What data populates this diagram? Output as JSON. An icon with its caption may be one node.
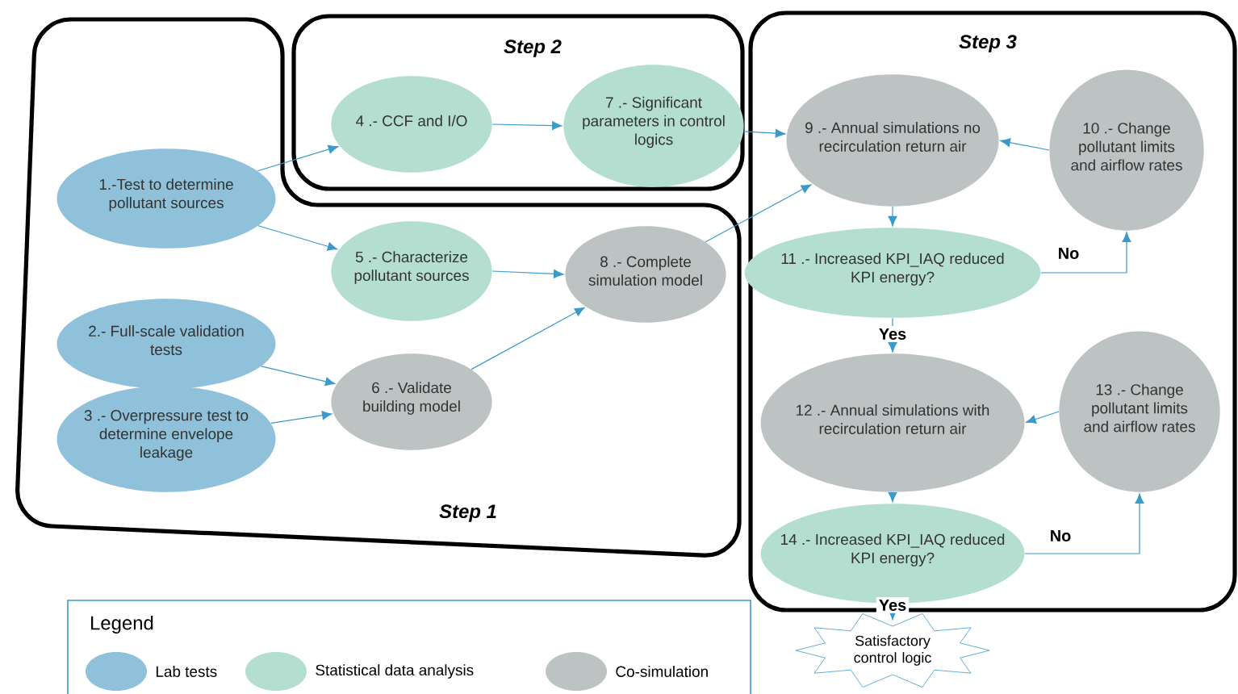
{
  "diagram": {
    "nodes": [
      {
        "text": [
          "Step 1"
        ]
      },
      {
        "text": [
          "Step 2"
        ]
      },
      {
        "text": [
          "Step 3"
        ]
      },
      {
        "text": [
          "1.-Test to determine pollutant sources"
        ],
        "in": 0
      },
      {
        "text": [
          "4 .- CCF and I/O"
        ],
        "in": 1
      },
      {
        "text": [
          "7 .- Significant parameters in control logics"
        ],
        "in": 1
      },
      {
        "text": [
          "5 .- Characterize pollutant sources"
        ],
        "in": 0
      },
      {
        "text": [
          "8 .- Complete simulation model"
        ],
        "in": 0
      },
      {
        "text": [
          "2.- Full-scale validation tests"
        ],
        "in": 0
      },
      {
        "text": [
          "6 .- Validate building model"
        ],
        "in": 0
      },
      {
        "text": [
          "3 .- Overpressure test to determine envelope leakage"
        ],
        "in": 0
      },
      {
        "text": [
          "9 .- Annual simulations no recirculation return air"
        ],
        "in": 2
      },
      {
        "text": [
          "10 .- Change pollutant limits and airflow rates"
        ],
        "in": 2
      },
      {
        "text": [
          "11 .- Increased KPI_IAQ reduced KPI energy?"
        ],
        "in": 2
      },
      {
        "text": [
          "12 .- Annual simulations with recirculation return air"
        ],
        "in": 2
      },
      {
        "text": [
          "13 .- Change pollutant limits and airflow rates"
        ],
        "in": 2
      },
      {
        "text": [
          "14 .- Increased KPI_IAQ reduced KPI energy?"
        ],
        "in": 2
      },
      {
        "text": [
          "Satisfactory control logic"
        ]
      }
    ],
    "edges": [
      {
        "from": 3,
        "to": 4,
        "arrow": "to"
      },
      {
        "from": 3,
        "to": 6,
        "arrow": "to"
      },
      {
        "from": 4,
        "to": 5,
        "arrow": "to"
      },
      {
        "from": 6,
        "to": 7,
        "arrow": "to"
      },
      {
        "from": 8,
        "to": 9,
        "arrow": "to"
      },
      {
        "from": 10,
        "to": 9,
        "arrow": "to"
      },
      {
        "from": 9,
        "to": 7,
        "arrow": "to"
      },
      {
        "from": 5,
        "to": 11,
        "arrow": "to"
      },
      {
        "from": 7,
        "to": 11,
        "arrow": "to"
      },
      {
        "from": 12,
        "to": 11,
        "arrow": "to"
      },
      {
        "from": 11,
        "to": 13,
        "arrow": "to"
      },
      {
        "from": 13,
        "to": 12,
        "arrow": "to",
        "label": "No"
      },
      {
        "from": 13,
        "to": 14,
        "arrow": "to",
        "label": "Yes"
      },
      {
        "from": 15,
        "to": 14,
        "arrow": "to"
      },
      {
        "from": 14,
        "to": 16,
        "arrow": "to"
      },
      {
        "from": 16,
        "to": 15,
        "arrow": "to",
        "label": "No"
      },
      {
        "from": 16,
        "to": 17,
        "arrow": "to",
        "label": "Yes"
      }
    ],
    "labels": [
      "Legend"
    ],
    "legend": [
      {
        "text": "Lab tests",
        "color": "#8fc1db"
      },
      {
        "text": "Statistical data analysis",
        "color": "#b4dfd0"
      },
      {
        "text": "Co-simulation",
        "color": "#bdc3c3"
      }
    ]
  }
}
